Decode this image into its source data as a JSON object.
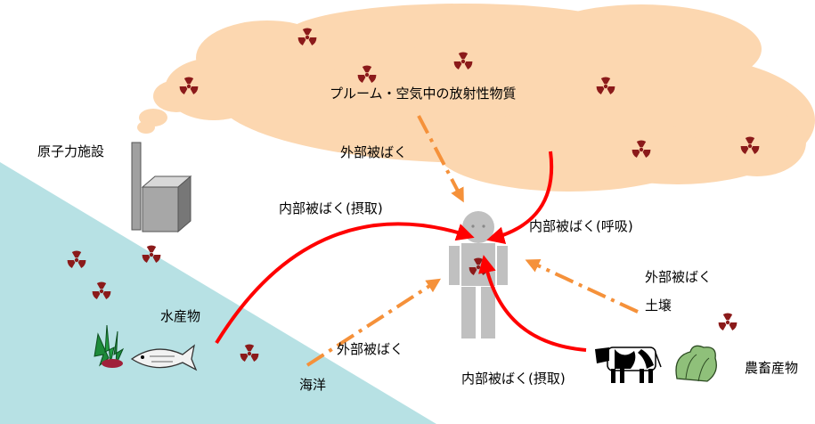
{
  "labels": {
    "plume": "プルーム・空気中の放射性物質",
    "facility": "原子力施設",
    "external_plume": "外部被ばく",
    "internal_ingestion_left": "内部被ばく(摂取)",
    "internal_inhalation": "内部被ばく(呼吸)",
    "external_soil": "外部被ばく",
    "soil": "土壌",
    "marine_products": "水産物",
    "external_sea": "外部被ばく",
    "sea": "海洋",
    "internal_ingestion_bottom": "内部被ばく(摂取)",
    "agri_products": "農畜産物"
  },
  "colors": {
    "cloud": "#fcd7b0",
    "sea": "#b7e1e4",
    "internal_arrow": "#ff0000",
    "external_arrow": "#f5913a",
    "radiation_symbol": "#8b1a1a",
    "person": "#c0c0c0"
  },
  "icons": [
    "radiation-icon",
    "person-icon",
    "factory-icon",
    "fish-icon",
    "seaweed-icon",
    "cow-icon",
    "vegetable-icon"
  ]
}
